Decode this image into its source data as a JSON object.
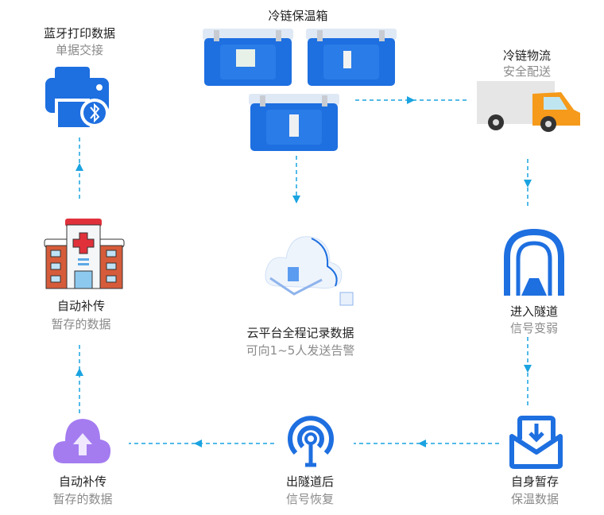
{
  "colors": {
    "accent": "#1E6FE0",
    "arrow": "#1AA3E0",
    "purple": "#A47CF0",
    "truck": "#F59A1A"
  },
  "nodes": {
    "coolbox": {
      "title": "冷链保温箱"
    },
    "logistics": {
      "title": "冷链物流",
      "subtitle": "安全配送"
    },
    "tunnel": {
      "title": "进入隧道",
      "subtitle": "信号变弱"
    },
    "store": {
      "title": "自身暂存",
      "subtitle": "保温数据"
    },
    "exit": {
      "title": "出隧道后",
      "subtitle": "信号恢复"
    },
    "upload": {
      "title": "自动补传",
      "subtitle": "暂存的数据"
    },
    "hospital": {
      "title": "自动补传",
      "subtitle": "暂存的数据"
    },
    "printer": {
      "title": "蓝牙打印数据",
      "subtitle": "单据交接"
    },
    "cloud": {
      "title": "云平台全程记录数据",
      "subtitle": "可向1~5人发送告警"
    }
  }
}
